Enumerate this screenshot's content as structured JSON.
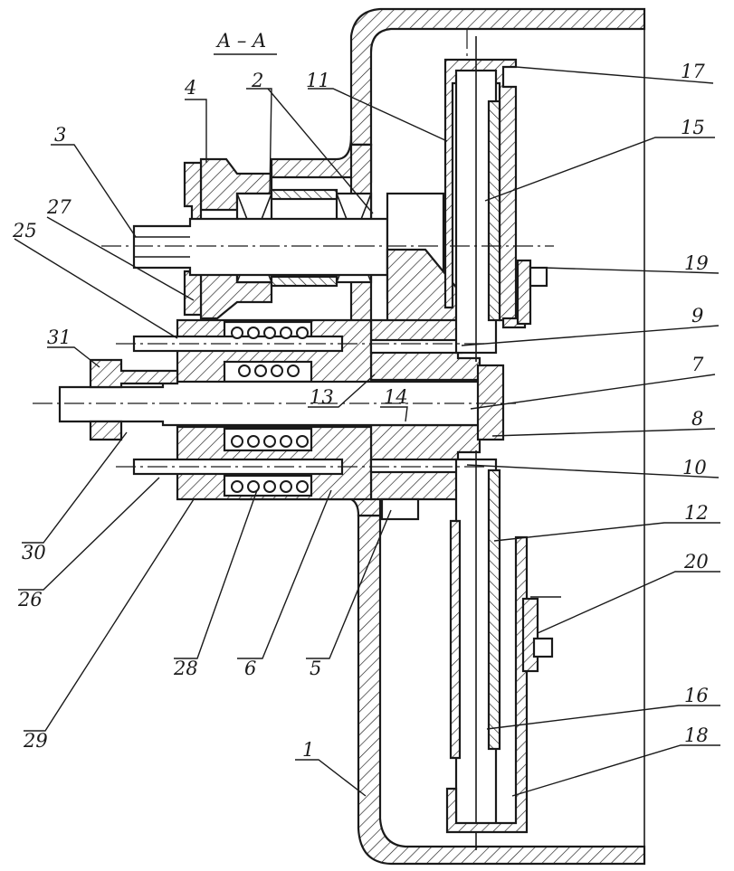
{
  "section_label": "A – A",
  "callouts": [
    {
      "id": "c4",
      "label": "4"
    },
    {
      "id": "c2",
      "label": "2"
    },
    {
      "id": "c11",
      "label": "11"
    },
    {
      "id": "c17",
      "label": "17"
    },
    {
      "id": "c15",
      "label": "15"
    },
    {
      "id": "c3",
      "label": "3"
    },
    {
      "id": "c27",
      "label": "27"
    },
    {
      "id": "c25",
      "label": "25"
    },
    {
      "id": "c19",
      "label": "19"
    },
    {
      "id": "c9",
      "label": "9"
    },
    {
      "id": "c31",
      "label": "31"
    },
    {
      "id": "c7",
      "label": "7"
    },
    {
      "id": "c13",
      "label": "13"
    },
    {
      "id": "c14",
      "label": "14"
    },
    {
      "id": "c8",
      "label": "8"
    },
    {
      "id": "c10",
      "label": "10"
    },
    {
      "id": "c12",
      "label": "12"
    },
    {
      "id": "c20",
      "label": "20"
    },
    {
      "id": "c30",
      "label": "30"
    },
    {
      "id": "c26",
      "label": "26"
    },
    {
      "id": "c28",
      "label": "28"
    },
    {
      "id": "c6",
      "label": "6"
    },
    {
      "id": "c5",
      "label": "5"
    },
    {
      "id": "c29",
      "label": "29"
    },
    {
      "id": "c16",
      "label": "16"
    },
    {
      "id": "c18",
      "label": "18"
    },
    {
      "id": "c1",
      "label": "1"
    }
  ]
}
